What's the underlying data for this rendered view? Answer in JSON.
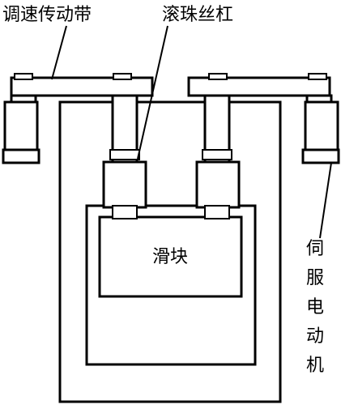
{
  "labels": {
    "belt": "调速传动带",
    "screw": "滚珠丝杠",
    "slider": "滑块",
    "motor_chars": [
      "伺",
      "服",
      "电",
      "动",
      "机"
    ]
  },
  "colors": {
    "line": "#000000",
    "fill": "#ffffff"
  }
}
